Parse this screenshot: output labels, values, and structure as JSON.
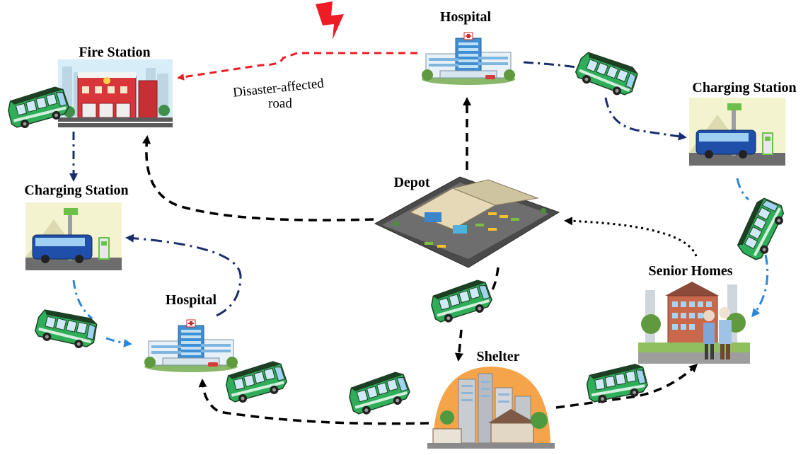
{
  "nodes": {
    "fire_station": "Fire Station",
    "hospital_top": "Hospital",
    "charging_right": "Charging Station",
    "charging_left": "Charging Station",
    "depot": "Depot",
    "hospital_bottom": "Hospital",
    "shelter": "Shelter",
    "senior_homes": "Senior Homes"
  },
  "annotations": {
    "road_line1": "Disaster-affected",
    "road_line2": "road"
  },
  "colors": {
    "disaster_route": "#ee1c24",
    "charging_route_dark": "#1a2e6e",
    "charging_route_light": "#2a86d6",
    "dispatch_route": "#000000",
    "bus_body": "#2fae5a",
    "bus_roof": "#1d3f24"
  },
  "icons": {
    "disaster": "lightning-bolt-icon",
    "bus": "electric-bus-icon"
  }
}
